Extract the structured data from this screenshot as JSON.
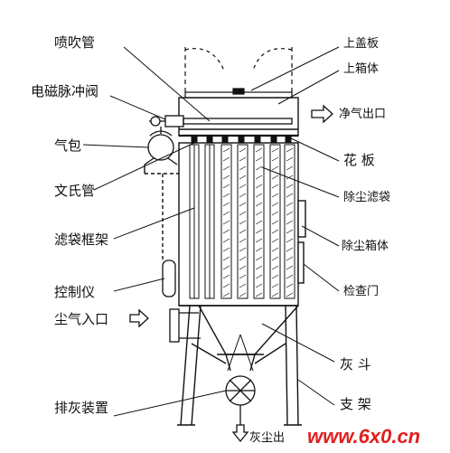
{
  "labels_left": {
    "spray_pipe": "喷吹管",
    "solenoid_valve": "电磁脉冲阀",
    "air_bag": "气包",
    "venturi": "文氏管",
    "bag_cage": "滤袋框架",
    "controller": "控制仪",
    "dust_inlet": "尘气入口",
    "ash_discharge": "排灰装置"
  },
  "labels_right": {
    "top_cover": "上盖板",
    "upper_box": "上箱体",
    "clean_outlet": "净气出口",
    "tube_sheet": "花 板",
    "filter_bag": "除尘滤袋",
    "dust_box": "除尘箱体",
    "inspection_door": "检查门",
    "ash_hopper": "灰 斗",
    "support": "支 架"
  },
  "labels_bottom": {
    "ash_outlet": "灰尘出"
  },
  "watermark": {
    "text": "www.6x0.cn",
    "color": "#e02020"
  },
  "colors": {
    "line": "#111111",
    "accent": "#e02020"
  }
}
